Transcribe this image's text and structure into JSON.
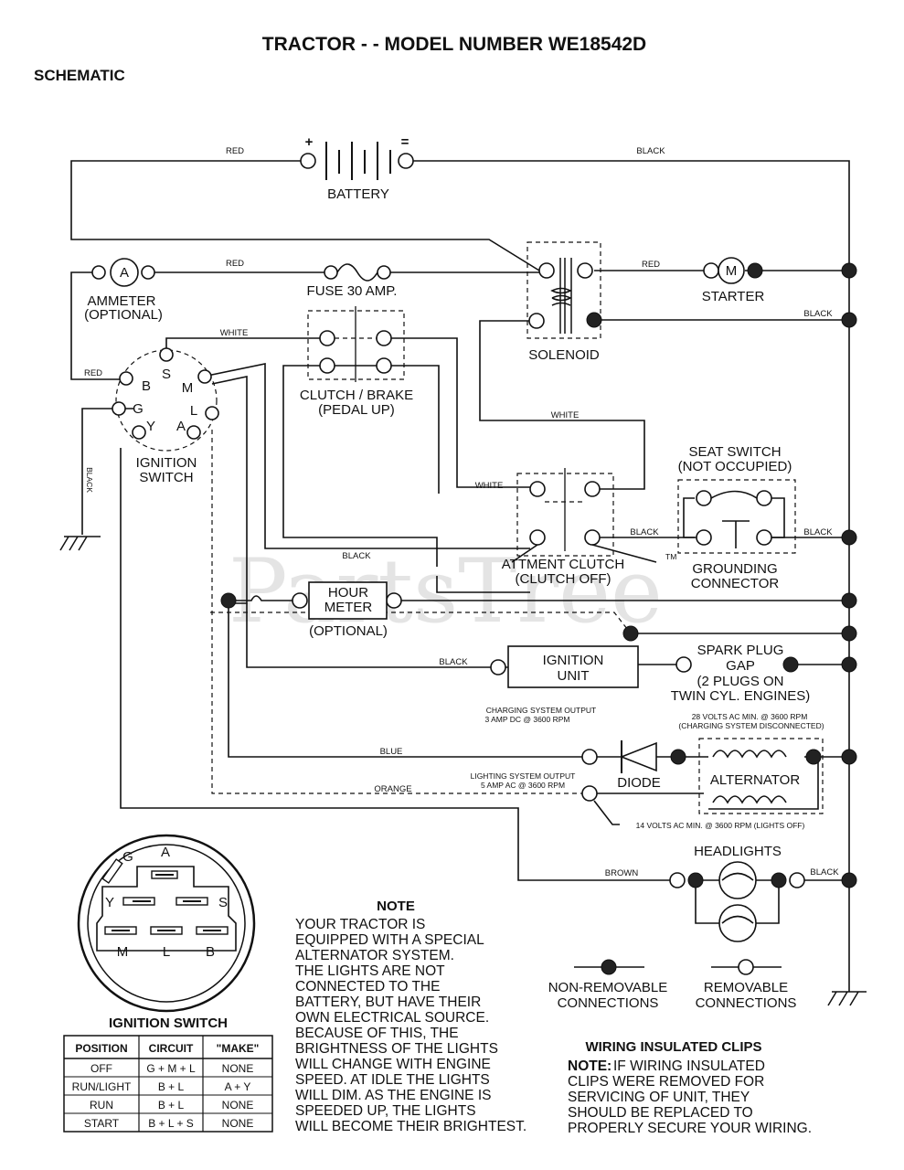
{
  "title": "TRACTOR - - MODEL NUMBER WE18542D",
  "subtitle": "SCHEMATIC",
  "watermark": "PartsTree",
  "watermark_tm": "TM",
  "wire_colors": {
    "red": "RED",
    "black": "BLACK",
    "white": "WHITE",
    "blue": "BLUE",
    "orange": "ORANGE",
    "brown": "BROWN"
  },
  "components": {
    "battery": "BATTERY",
    "battery_plus": "+",
    "battery_minus": "=",
    "ammeter_symbol": "A",
    "ammeter": [
      "AMMETER",
      "(OPTIONAL)"
    ],
    "fuse": "FUSE 30 AMP.",
    "starter_symbol": "M",
    "starter": "STARTER",
    "solenoid": "SOLENOID",
    "clutch_brake": [
      "CLUTCH / BRAKE",
      "(PEDAL UP)"
    ],
    "ignition_switch": [
      "IGNITION",
      "SWITCH"
    ],
    "seat_switch": [
      "SEAT SWITCH",
      "(NOT OCCUPIED)"
    ],
    "attachment_clutch": [
      "ATTMENT CLUTCH",
      "(CLUTCH OFF)"
    ],
    "grounding_connector": [
      "GROUNDING",
      "CONNECTOR"
    ],
    "hour_meter": [
      "HOUR",
      "METER"
    ],
    "hour_meter_optional": "(OPTIONAL)",
    "ignition_unit": [
      "IGNITION",
      "UNIT"
    ],
    "spark_plug": [
      "SPARK PLUG",
      "GAP",
      "(2 PLUGS ON",
      "TWIN CYL. ENGINES)"
    ],
    "charging_output": [
      "CHARGING SYSTEM OUTPUT",
      "3 AMP DC @ 3600 RPM"
    ],
    "charging_volts": [
      "28 VOLTS AC MIN. @ 3600 RPM",
      "(CHARGING SYSTEM DISCONNECTED)"
    ],
    "diode": "DIODE",
    "alternator": "ALTERNATOR",
    "lighting_output": [
      "LIGHTING SYSTEM OUTPUT",
      "5 AMP AC @ 3600 RPM"
    ],
    "lights_volts": "14 VOLTS AC MIN. @ 3600 RPM (LIGHTS OFF)",
    "headlights": "HEADLIGHTS",
    "switch_terminals": {
      "B": "B",
      "S": "S",
      "M": "M",
      "G": "G",
      "L": "L",
      "Y": "Y",
      "A": "A"
    }
  },
  "legend": {
    "non_removable": [
      "NON-REMOVABLE",
      "CONNECTIONS"
    ],
    "removable": [
      "REMOVABLE",
      "CONNECTIONS"
    ]
  },
  "ignition_switch_detail": {
    "title": "IGNITION SWITCH",
    "pins": {
      "G": "G",
      "A": "A",
      "Y": "Y",
      "S": "S",
      "M": "M",
      "L": "L",
      "B": "B"
    },
    "table": {
      "headers": [
        "POSITION",
        "CIRCUIT",
        "\"MAKE\""
      ],
      "rows": [
        [
          "OFF",
          "G + M + L",
          "NONE"
        ],
        [
          "RUN/LIGHT",
          "B + L",
          "A + Y"
        ],
        [
          "RUN",
          "B + L",
          "NONE"
        ],
        [
          "START",
          "B + L + S",
          "NONE"
        ]
      ]
    }
  },
  "note": {
    "title": "NOTE",
    "lines": [
      "YOUR TRACTOR IS",
      "EQUIPPED WITH A SPECIAL",
      "ALTERNATOR SYSTEM.",
      "THE LIGHTS ARE NOT",
      "CONNECTED TO THE",
      "BATTERY, BUT HAVE THEIR",
      "OWN ELECTRICAL SOURCE.",
      "BECAUSE OF THIS, THE",
      "BRIGHTNESS OF THE LIGHTS",
      "WILL CHANGE WITH ENGINE",
      "SPEED.  AT IDLE THE LIGHTS",
      "WILL DIM.  AS THE ENGINE IS",
      "SPEEDED UP, THE LIGHTS",
      "WILL BECOME THEIR BRIGHTEST."
    ]
  },
  "wiring_clips": {
    "title": "WIRING INSULATED CLIPS",
    "note_label": "NOTE:",
    "lines": [
      "IF WIRING INSULATED",
      "CLIPS WERE REMOVED FOR",
      "SERVICING OF UNIT, THEY",
      "SHOULD BE REPLACED TO",
      "PROPERLY SECURE YOUR WIRING."
    ]
  }
}
